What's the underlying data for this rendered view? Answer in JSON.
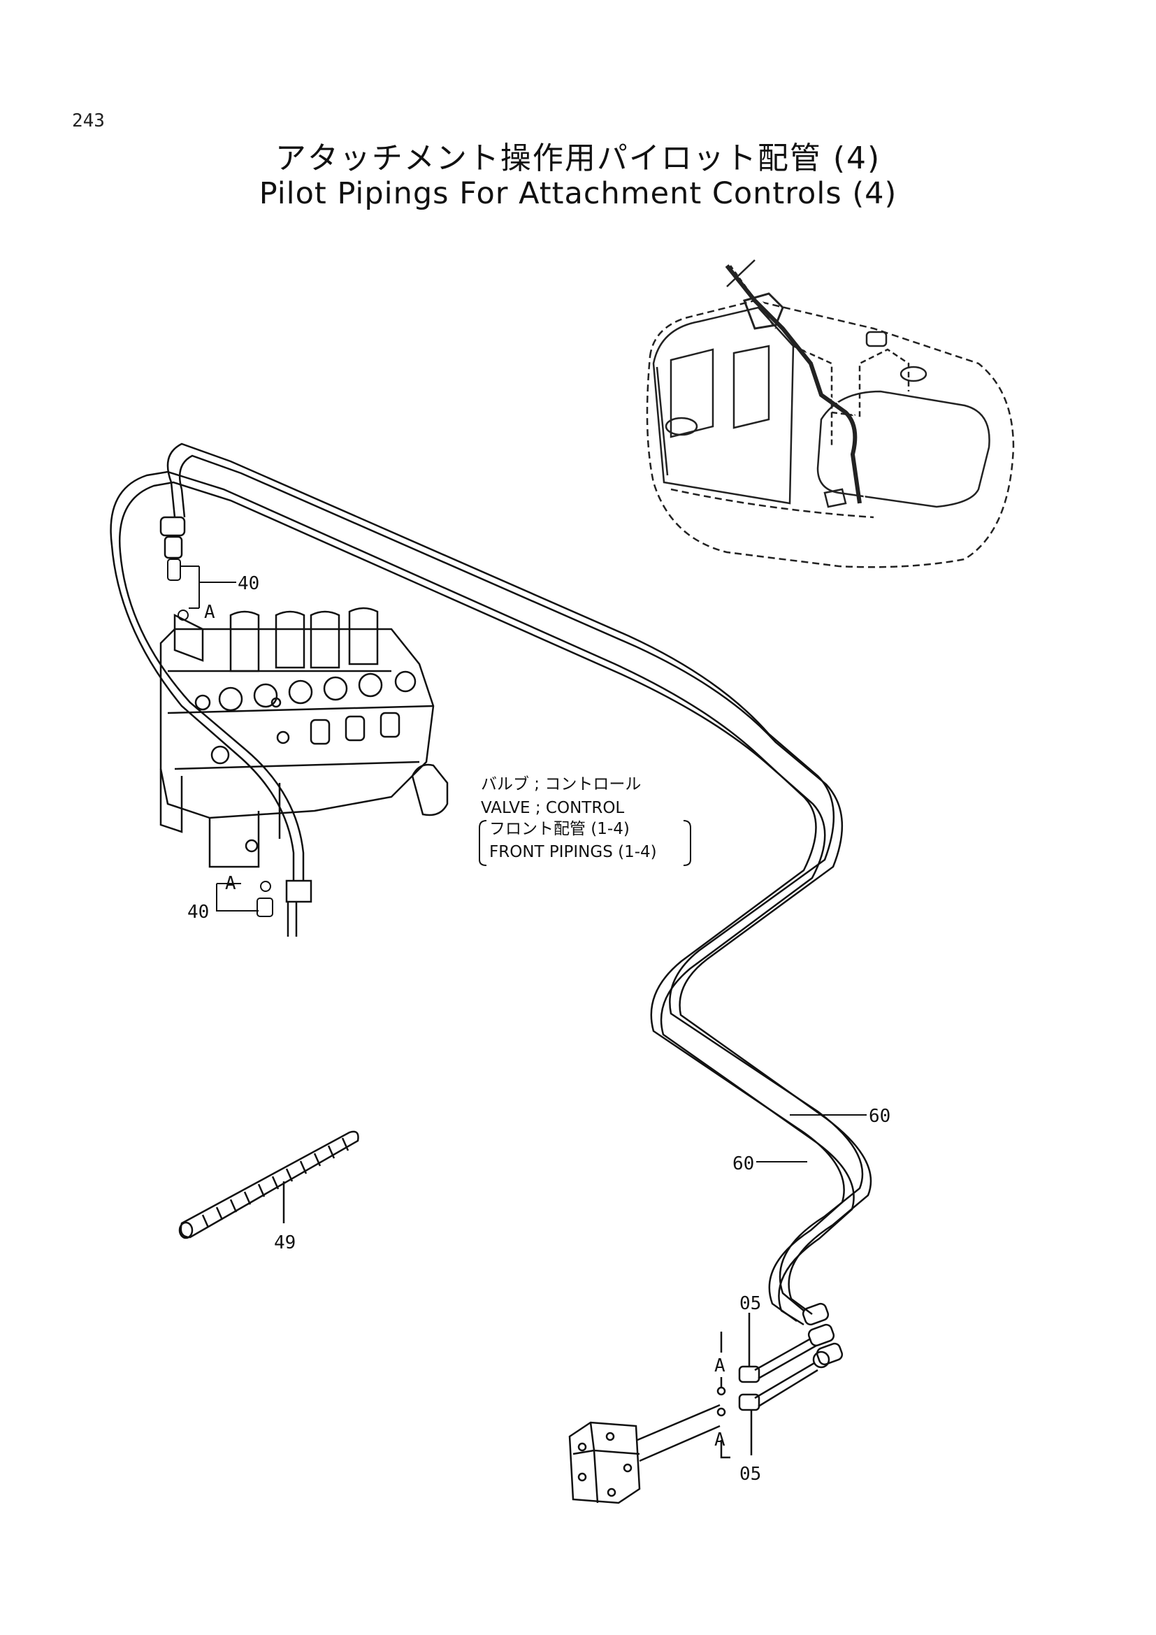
{
  "page_number": "243",
  "title_jp": "アタッチメント操作用パイロット配管 (4)",
  "title_en": "Pilot Pipings For Attachment Controls (4)",
  "note": {
    "line1": "バルブ ; コントロール",
    "line2": "VALVE ; CONTROL",
    "line3": "フロント配管 (1-4)",
    "line4": "FRONT PIPINGS (1-4)"
  },
  "callouts": {
    "c40": "40",
    "c49": "49",
    "c60": "60",
    "c05": "05",
    "marker_a": "A"
  }
}
